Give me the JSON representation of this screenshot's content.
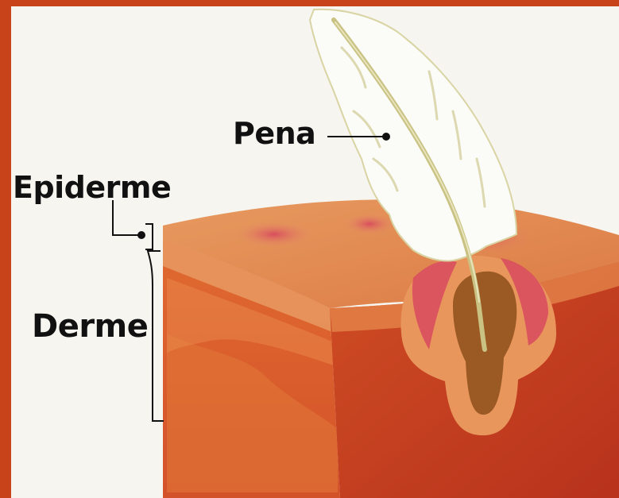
{
  "labels": {
    "pena": "Pena",
    "epiderme": "Epiderme",
    "derme": "Derme"
  },
  "colors": {
    "frame": "#c8421a",
    "background": "#f6f5f0",
    "epidermis": "#e9a06a",
    "dermis": "#d8602c",
    "dermis_dark": "#c03a1e",
    "follicle": "#9b5a24",
    "feather": "#fbfbf7",
    "feather_shaft": "#c9c283",
    "inflammation": "#d84a5e",
    "label_text": "#111111"
  }
}
